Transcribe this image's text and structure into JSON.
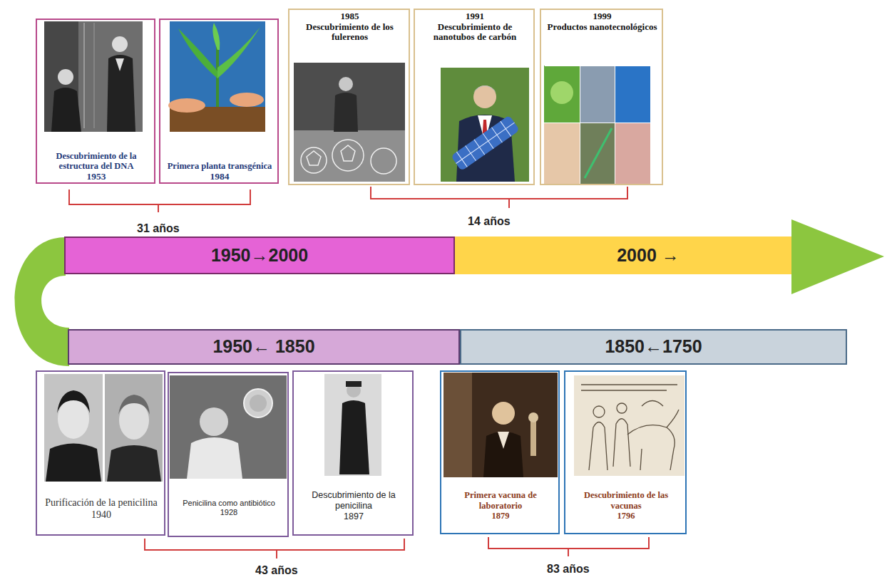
{
  "diagram": {
    "nodes": [
      {
        "text": [
          "Descubrimiento de la estructura del DNA",
          "1953"
        ]
      },
      {
        "text": [
          "Primera planta transgénica",
          "1984"
        ]
      },
      {
        "text": [
          "1985",
          "Descubrimiento de los fulerenos"
        ]
      },
      {
        "text": [
          "1991",
          "Descubrimiento de nanotubos de carbón"
        ]
      },
      {
        "text": [
          "1999",
          "Productos nanotecnológicos"
        ]
      },
      {
        "text": [
          "1950→2000"
        ]
      },
      {
        "text": [
          "2000 →"
        ]
      },
      {
        "text": [
          "1950← 1850"
        ]
      },
      {
        "text": [
          "1850←1750"
        ]
      },
      {
        "text": [
          "Purificación de la penicilina",
          "1940"
        ]
      },
      {
        "text": [
          "Penicilina como antibiótico",
          "1928"
        ]
      },
      {
        "text": [
          "Descubrimiento de la penicilina",
          "1897"
        ]
      },
      {
        "text": [
          "Primera vacuna de laboratorio",
          "1879"
        ]
      },
      {
        "text": [
          "Descubrimiento de las vacunas",
          "1796"
        ]
      }
    ],
    "labels": [
      "31 años",
      "14 años",
      "43 años",
      "83 años"
    ]
  }
}
